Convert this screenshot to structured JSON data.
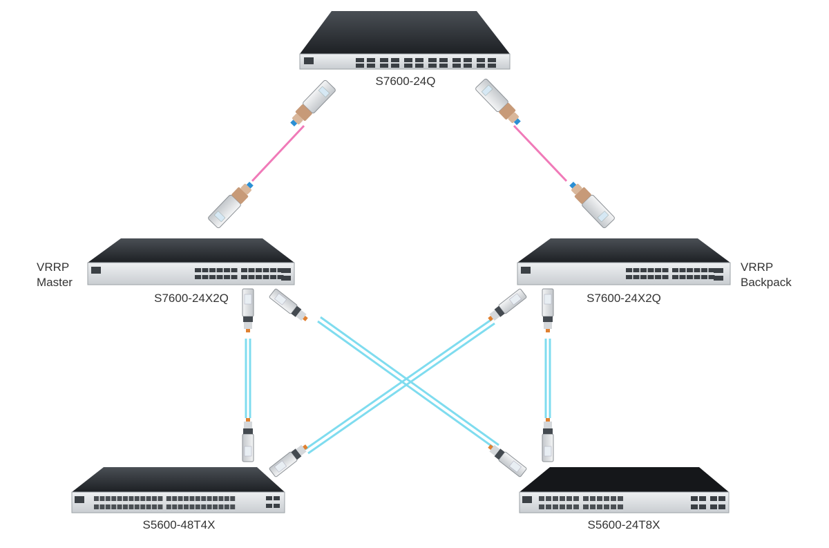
{
  "devices": [
    {
      "id": "core",
      "model": "S7600-24Q"
    },
    {
      "id": "agg_left",
      "model": "S7600-24X2Q",
      "role_line1": "VRRP",
      "role_line2": "Master"
    },
    {
      "id": "agg_right",
      "model": "S7600-24X2Q",
      "role_line1": "VRRP",
      "role_line2": "Backpack"
    },
    {
      "id": "access_left",
      "model": "S5600-48T4X"
    },
    {
      "id": "access_right",
      "model": "S5600-24T8X"
    }
  ],
  "links": [
    {
      "from": "core",
      "to": "agg_left",
      "cable": "pink-fiber",
      "module": "QSFP"
    },
    {
      "from": "core",
      "to": "agg_right",
      "cable": "pink-fiber",
      "module": "QSFP"
    },
    {
      "from": "agg_left",
      "to": "access_left",
      "cable": "aqua-fiber",
      "module": "SFP"
    },
    {
      "from": "agg_left",
      "to": "access_right",
      "cable": "aqua-fiber",
      "module": "SFP"
    },
    {
      "from": "agg_right",
      "to": "access_left",
      "cable": "aqua-fiber",
      "module": "SFP"
    },
    {
      "from": "agg_right",
      "to": "access_right",
      "cable": "aqua-fiber",
      "module": "SFP"
    }
  ],
  "colors": {
    "pink_cable": "#f07ab8",
    "aqua_cable": "#7fdcef",
    "switch_top": "#2b2f33",
    "switch_face": "#dcdfe2"
  }
}
